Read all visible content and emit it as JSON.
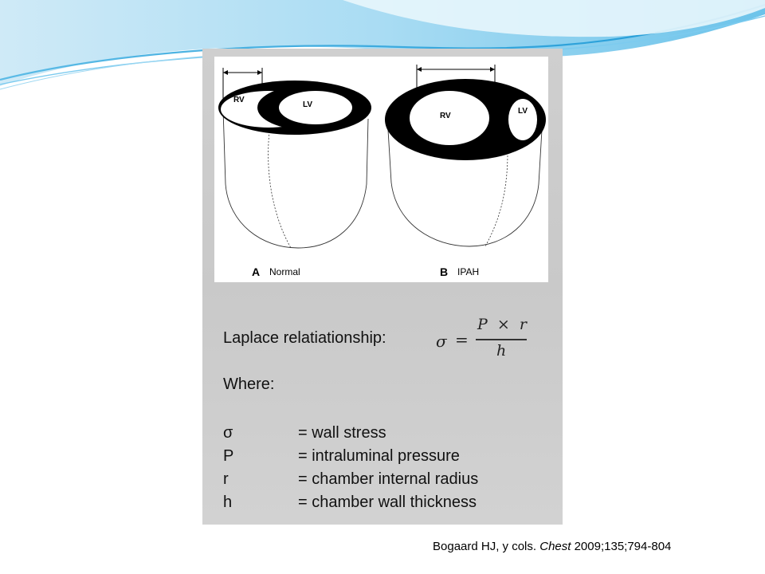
{
  "panel_a": {
    "letter": "A",
    "name": "Normal",
    "rv_label": "RV",
    "lv_label": "LV"
  },
  "panel_b": {
    "letter": "B",
    "name": "IPAH",
    "rv_label": "RV",
    "lv_label": "LV"
  },
  "laplace": {
    "label": "Laplace relatiationship:",
    "sigma": "σ",
    "equals": "=",
    "numerator": "P  ×  r",
    "denominator": "h"
  },
  "where_label": "Where:",
  "definitions": [
    {
      "symbol": "σ",
      "text": "= wall stress"
    },
    {
      "symbol": "P",
      "text": "= intraluminal pressure"
    },
    {
      "symbol": "r",
      "text": "= chamber internal radius"
    },
    {
      "symbol": "h",
      "text": "= chamber wall thickness"
    }
  ],
  "citation": {
    "authors": "Bogaard HJ, y cols.",
    "journal": "Chest",
    "details": "2009;135;794-804"
  },
  "colors": {
    "header_wave_light": "#d6eef9",
    "header_wave_mid": "#8fd0ef",
    "header_wave_dark": "#2fa6dc",
    "panel_gray": "#cccccc"
  }
}
